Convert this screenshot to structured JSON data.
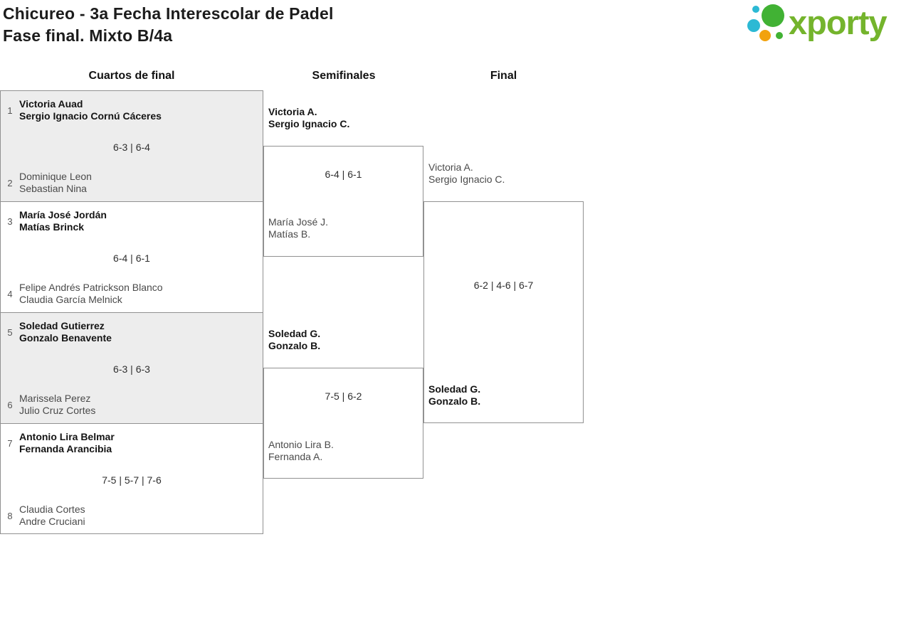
{
  "header": {
    "title_line1": "Chicureo - 3a Fecha Interescolar de Padel",
    "title_line2": "Fase final. Mixto B/4a"
  },
  "logo": {
    "text": "xporty"
  },
  "rounds": {
    "quarterfinals": "Cuartos de final",
    "semifinals": "Semifinales",
    "final": "Final"
  },
  "colors": {
    "brand_green": "#74b42c",
    "dot_teal": "#2cb9d4",
    "dot_green": "#41b234",
    "dot_orange": "#f2a20d",
    "shaded_bg": "#ededed",
    "border": "#919191"
  },
  "qf": [
    {
      "seed1": "1",
      "team1": [
        "Victoria Auad",
        "Sergio Ignacio Cornú Cáceres"
      ],
      "team1_winner": true,
      "score": "6-3 | 6-4",
      "seed2": "2",
      "team2": [
        "Dominique Leon",
        "Sebastian Nina"
      ],
      "team2_winner": false
    },
    {
      "seed1": "3",
      "team1": [
        "María José Jordán",
        "Matías Brinck"
      ],
      "team1_winner": true,
      "score": "6-4 | 6-1",
      "seed2": "4",
      "team2": [
        "Felipe Andrés Patrickson Blanco",
        "Claudia García Melnick"
      ],
      "team2_winner": false
    },
    {
      "seed1": "5",
      "team1": [
        "Soledad Gutierrez",
        "Gonzalo Benavente"
      ],
      "team1_winner": true,
      "score": "6-3 | 6-3",
      "seed2": "6",
      "team2": [
        "Marissela Perez",
        "Julio Cruz Cortes"
      ],
      "team2_winner": false
    },
    {
      "seed1": "7",
      "team1": [
        "Antonio Lira Belmar",
        "Fernanda Arancibia"
      ],
      "team1_winner": true,
      "score": "7-5 | 5-7 | 7-6",
      "seed2": "8",
      "team2": [
        "Claudia Cortes",
        "Andre Cruciani"
      ],
      "team2_winner": false
    }
  ],
  "sf": [
    {
      "team1": [
        "Victoria A.",
        "Sergio Ignacio C."
      ],
      "team1_winner": true,
      "score": "6-4 | 6-1",
      "team2": [
        "María José J.",
        "Matías B."
      ],
      "team2_winner": false
    },
    {
      "team1": [
        "Soledad G.",
        "Gonzalo B."
      ],
      "team1_winner": true,
      "score": "7-5 | 6-2",
      "team2": [
        "Antonio Lira B.",
        "Fernanda A."
      ],
      "team2_winner": false
    }
  ],
  "final": {
    "team1": [
      "Victoria A.",
      "Sergio Ignacio C."
    ],
    "team1_winner": false,
    "score": "6-2 | 4-6 | 6-7",
    "team2": [
      "Soledad G.",
      "Gonzalo B."
    ],
    "team2_winner": true
  }
}
